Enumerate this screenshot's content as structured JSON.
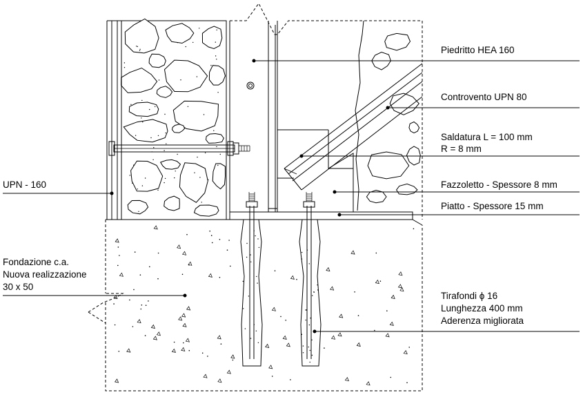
{
  "labels": {
    "piedritto": "Piedritto HEA 160",
    "controvento": "Controvento UPN 80",
    "saldatura_1": "Saldatura L = 100 mm",
    "saldatura_2": "R = 8 mm",
    "fazzoletto": "Fazzoletto - Spessore 8 mm",
    "piatto": "Piatto - Spessore 15 mm",
    "upn": "UPN - 160",
    "fondazione_1": "Fondazione c.a.",
    "fondazione_2": "Nuova realizzazione",
    "fondazione_3": "30 x 50",
    "tirafondi_1": "Tirafondi ϕ 16",
    "tirafondi_2": "Lunghezza 400 mm",
    "tirafondi_3": "Aderenza migliorata"
  },
  "colors": {
    "line": "#000000",
    "background": "#ffffff"
  }
}
